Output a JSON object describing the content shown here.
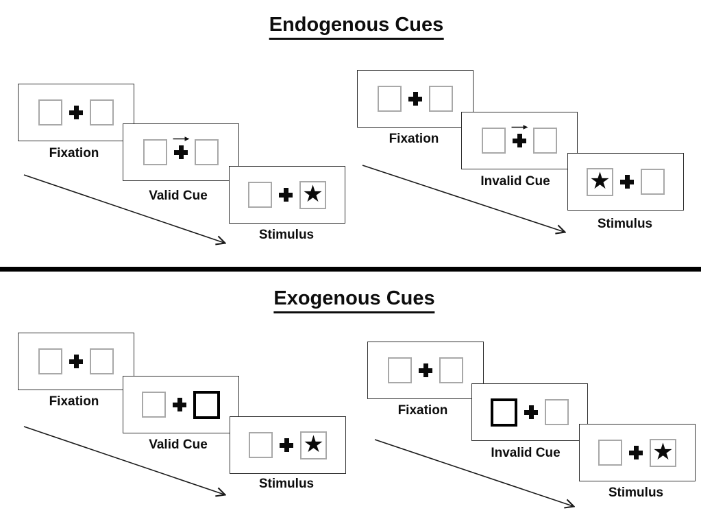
{
  "figure": {
    "sections": [
      {
        "title": "Endogenous Cues",
        "sequences": [
          {
            "name": "valid-trial",
            "panels": [
              {
                "label": "Fixation",
                "cue": "none",
                "left_box": "empty",
                "right_box": "empty"
              },
              {
                "label": "Valid Cue",
                "cue": "arrow-right",
                "left_box": "empty",
                "right_box": "empty"
              },
              {
                "label": "Stimulus",
                "cue": "none",
                "left_box": "empty",
                "right_box": "star"
              }
            ]
          },
          {
            "name": "invalid-trial",
            "panels": [
              {
                "label": "Fixation",
                "cue": "none",
                "left_box": "empty",
                "right_box": "empty"
              },
              {
                "label": "Invalid Cue",
                "cue": "arrow-right",
                "left_box": "empty",
                "right_box": "empty"
              },
              {
                "label": "Stimulus",
                "cue": "none",
                "left_box": "star",
                "right_box": "empty"
              }
            ]
          }
        ]
      },
      {
        "title": "Exogenous Cues",
        "sequences": [
          {
            "name": "valid-trial",
            "panels": [
              {
                "label": "Fixation",
                "cue": "none",
                "left_box": "empty",
                "right_box": "empty"
              },
              {
                "label": "Valid Cue",
                "cue": "thick-box-right",
                "left_box": "empty",
                "right_box": "thick"
              },
              {
                "label": "Stimulus",
                "cue": "none",
                "left_box": "empty",
                "right_box": "star"
              }
            ]
          },
          {
            "name": "invalid-trial",
            "panels": [
              {
                "label": "Fixation",
                "cue": "none",
                "left_box": "empty",
                "right_box": "empty"
              },
              {
                "label": "Invalid Cue",
                "cue": "thick-box-left",
                "left_box": "thick",
                "right_box": "empty"
              },
              {
                "label": "Stimulus",
                "cue": "none",
                "left_box": "empty",
                "right_box": "star"
              }
            ]
          }
        ]
      }
    ],
    "glyphs": {
      "star": "★",
      "fixation_cross": "+"
    },
    "colors": {
      "ink": "#0d0d0d",
      "panel_border": "#2e2e2e",
      "box_border": "#a8a8a8",
      "divider": "#000000",
      "background": "#ffffff"
    }
  }
}
